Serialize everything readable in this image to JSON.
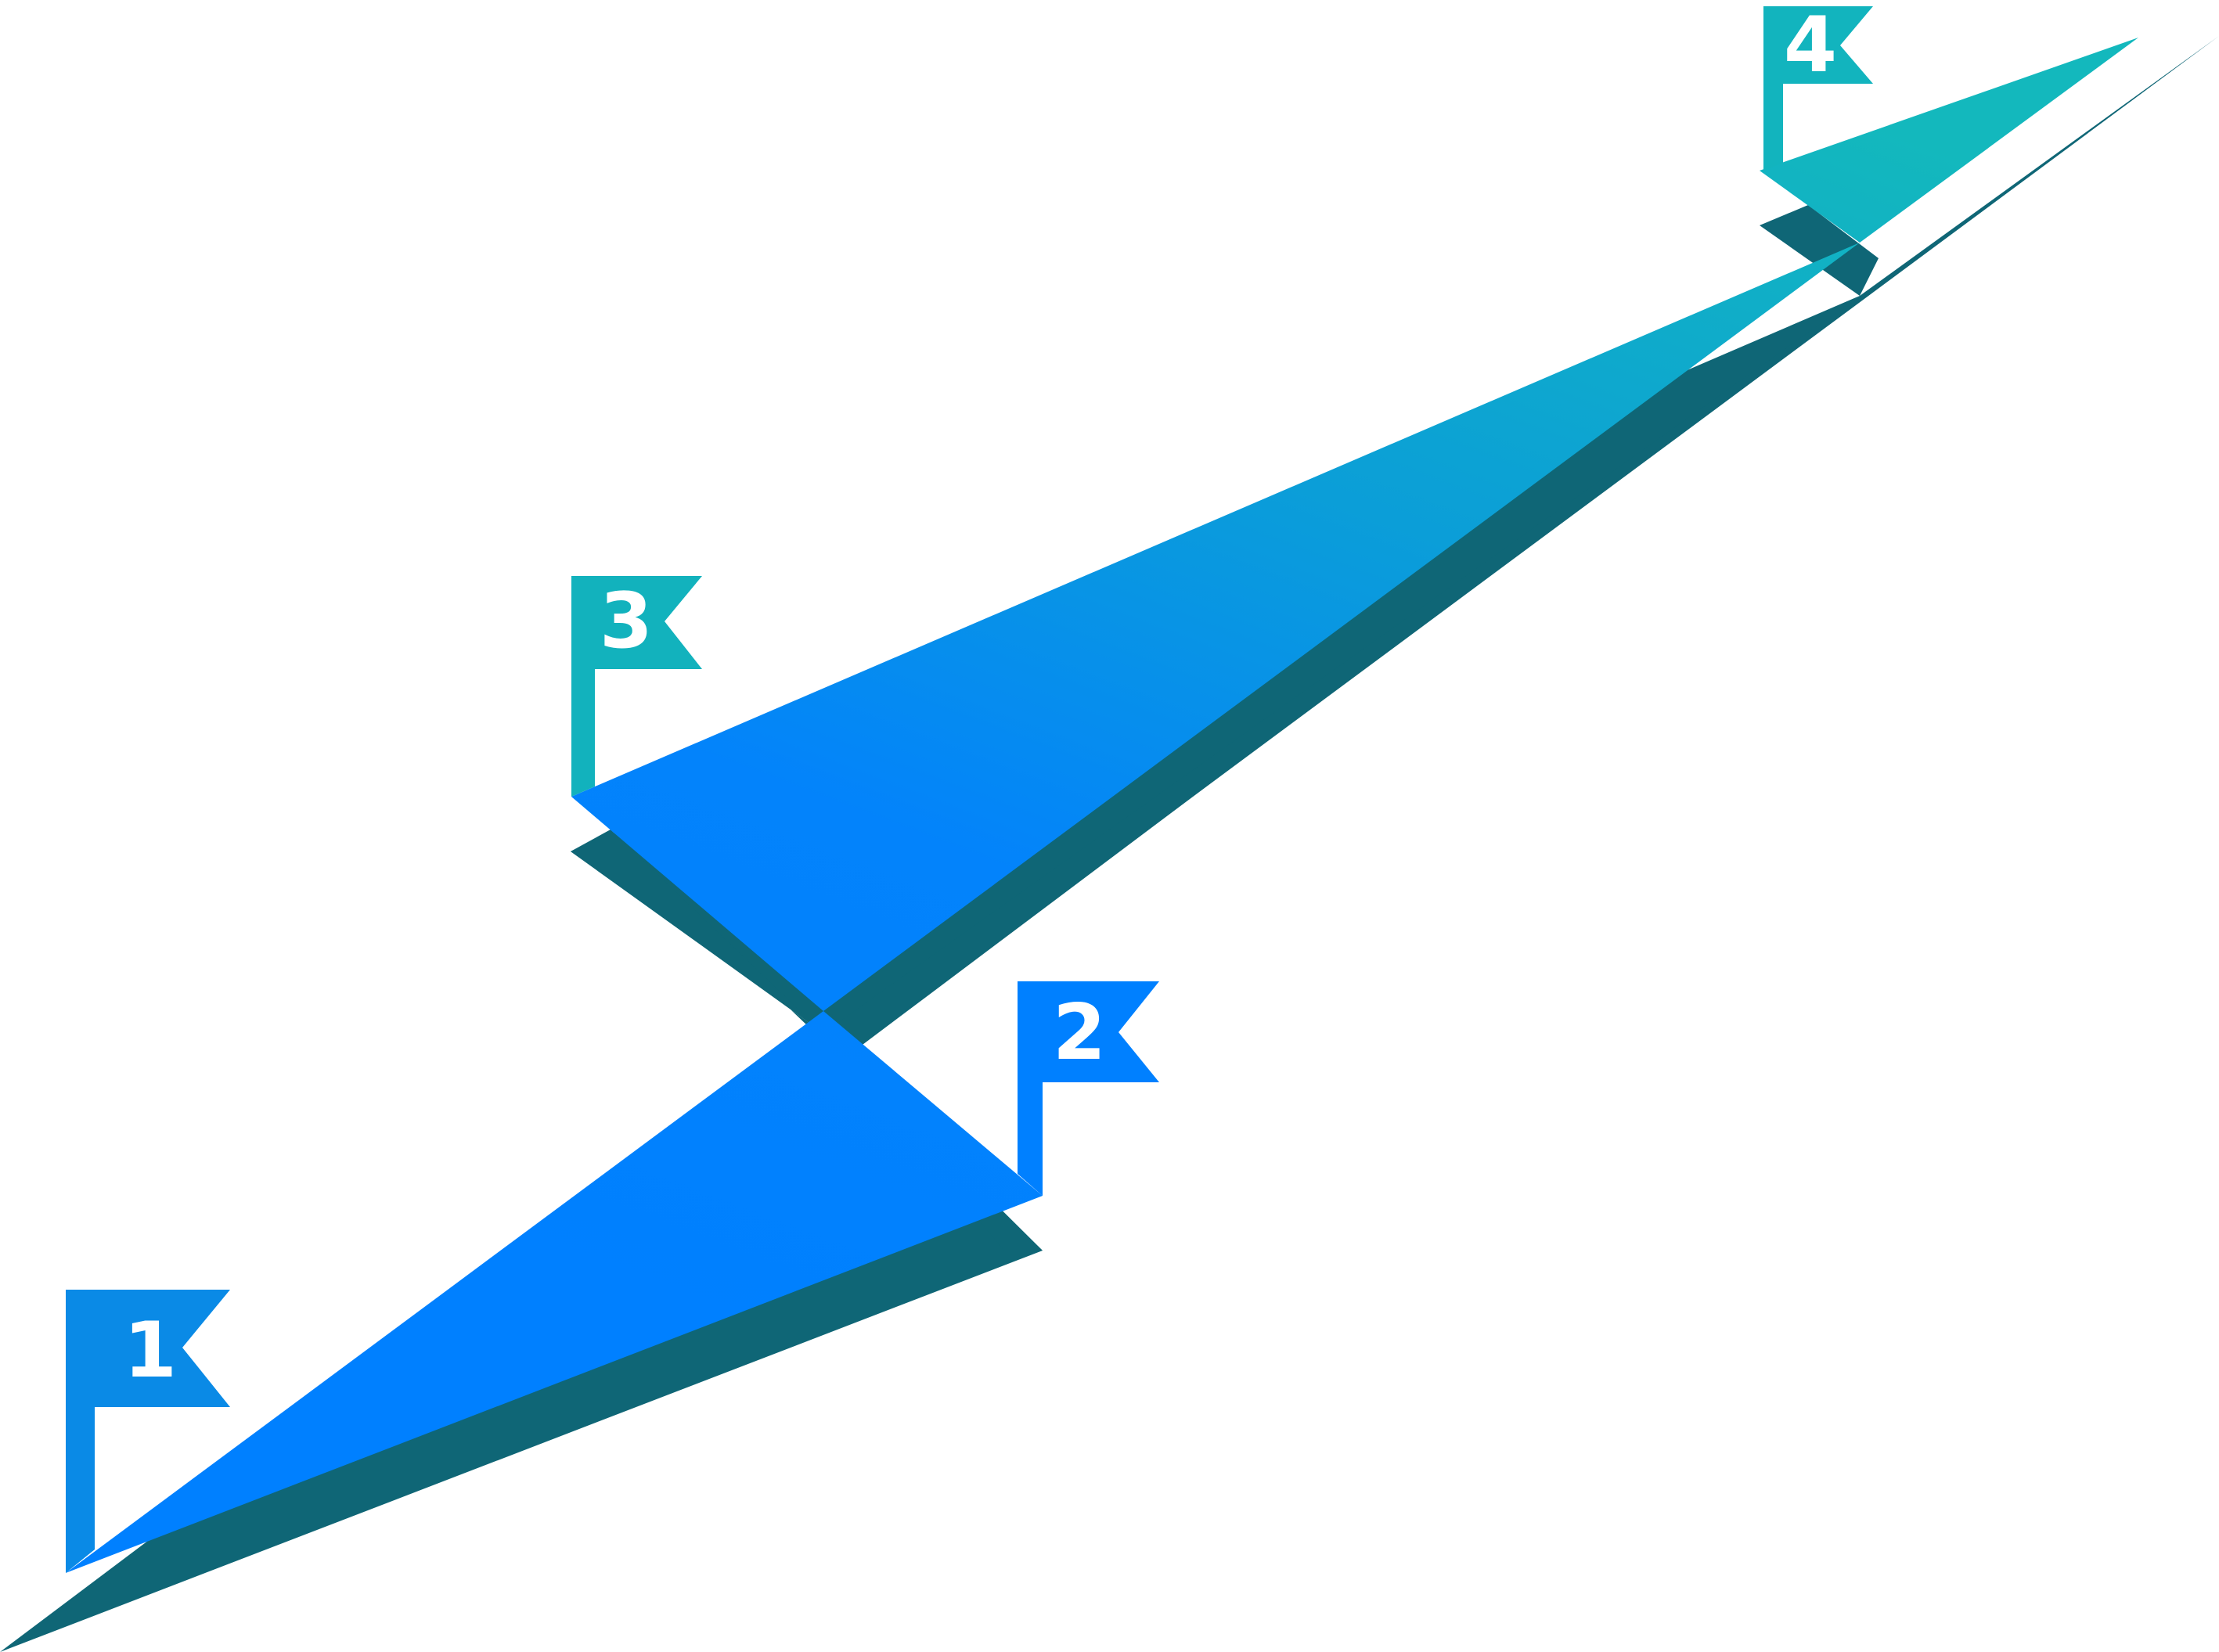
{
  "diagram": {
    "type": "zigzag-step-flags",
    "colors": {
      "shadow": "#0f6676",
      "blue": "#0080ff",
      "blue_mid": "#0a95de",
      "teal": "#12b4be",
      "flag_text": "#ffffff",
      "background": "#ffffff"
    },
    "steps": [
      {
        "label": "1",
        "color": "#0a8ae6"
      },
      {
        "label": "2",
        "color": "#0080ff"
      },
      {
        "label": "3",
        "color": "#12b2bd"
      },
      {
        "label": "4",
        "color": "#12b4be"
      }
    ]
  }
}
